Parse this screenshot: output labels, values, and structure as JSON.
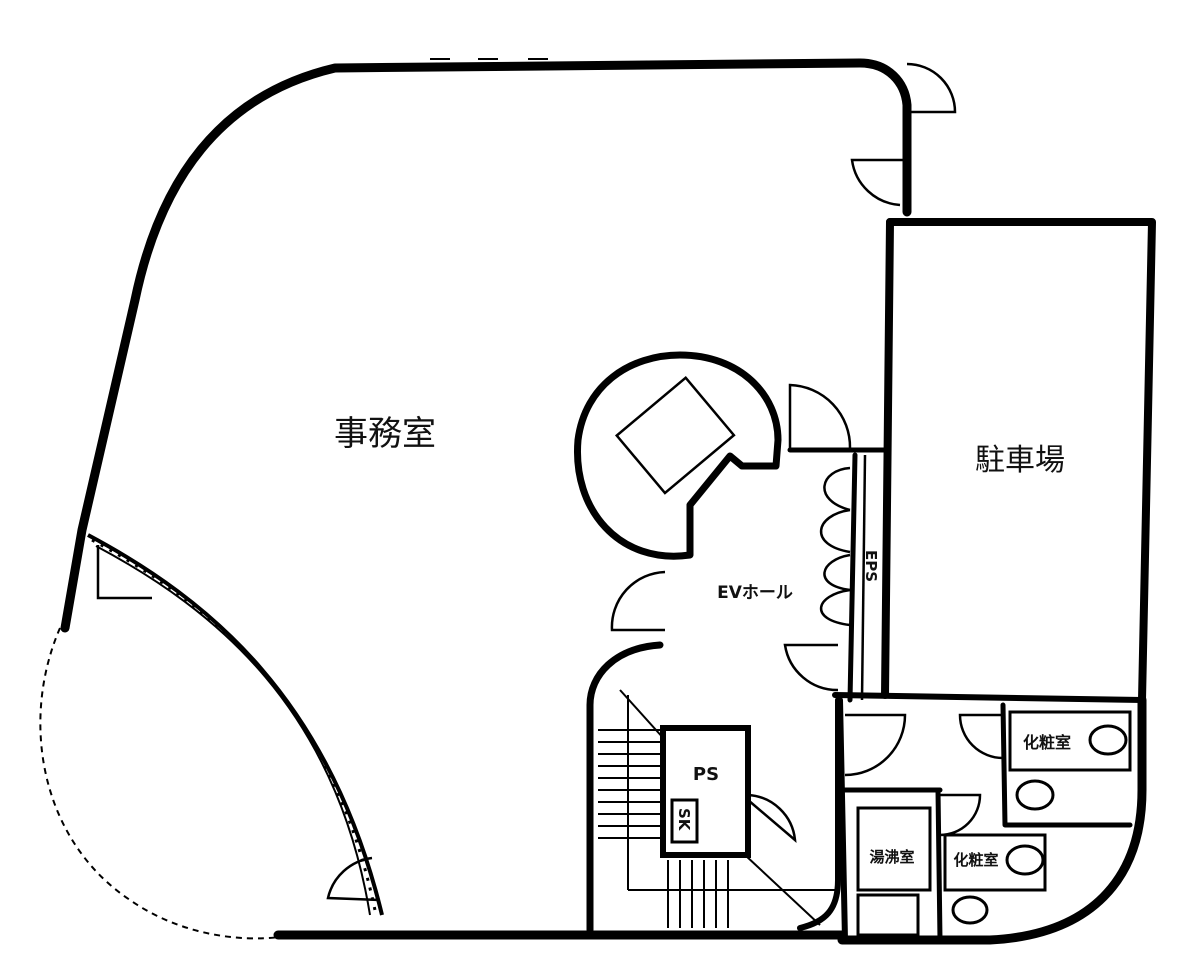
{
  "rooms": {
    "office": "事務室",
    "parking": "駐車場",
    "ev_hall": "EVホール",
    "ps": "PS",
    "sk": "SK",
    "eps": "EPS",
    "restroom_1": "化粧室",
    "restroom_2": "化粧室",
    "kitchen": "湯沸室"
  },
  "colors": {
    "wall": "#000000",
    "background": "#ffffff"
  }
}
